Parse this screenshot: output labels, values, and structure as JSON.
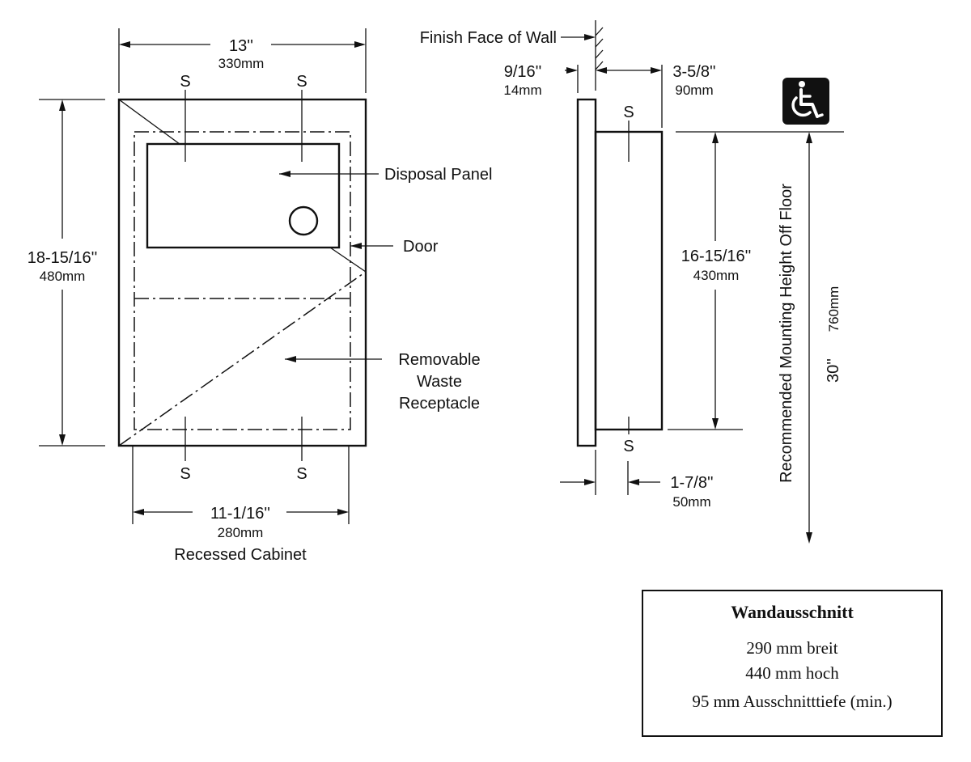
{
  "front_view": {
    "width_in": "13''",
    "width_mm": "330mm",
    "height_in": "18-15/16''",
    "height_mm": "480mm",
    "cabinet_width_in": "11-1/16''",
    "cabinet_width_mm": "280mm",
    "cabinet_label": "Recessed Cabinet",
    "screw_mark": "S",
    "disposal_panel_label": "Disposal Panel",
    "door_label": "Door",
    "receptacle_label_1": "Removable",
    "receptacle_label_2": "Waste",
    "receptacle_label_3": "Receptacle"
  },
  "side_view": {
    "wall_label": "Finish Face of Wall",
    "flange_in": "9/16''",
    "flange_mm": "14mm",
    "projection_in": "3-5/8''",
    "projection_mm": "90mm",
    "body_height_in": "16-15/16''",
    "body_height_mm": "430mm",
    "recess_in": "1-7/8''",
    "recess_mm": "50mm",
    "screw_mark": "S"
  },
  "mounting": {
    "label": "Recommended Mounting Height Off Floor",
    "height_in": "30''",
    "height_mm": "760mm",
    "accessibility_icon": "wheelchair-icon"
  },
  "cutout": {
    "title": "Wandausschnitt",
    "width": "290 mm breit",
    "height": "440 mm hoch",
    "depth": "95 mm Ausschnitttiefe (min.)"
  }
}
